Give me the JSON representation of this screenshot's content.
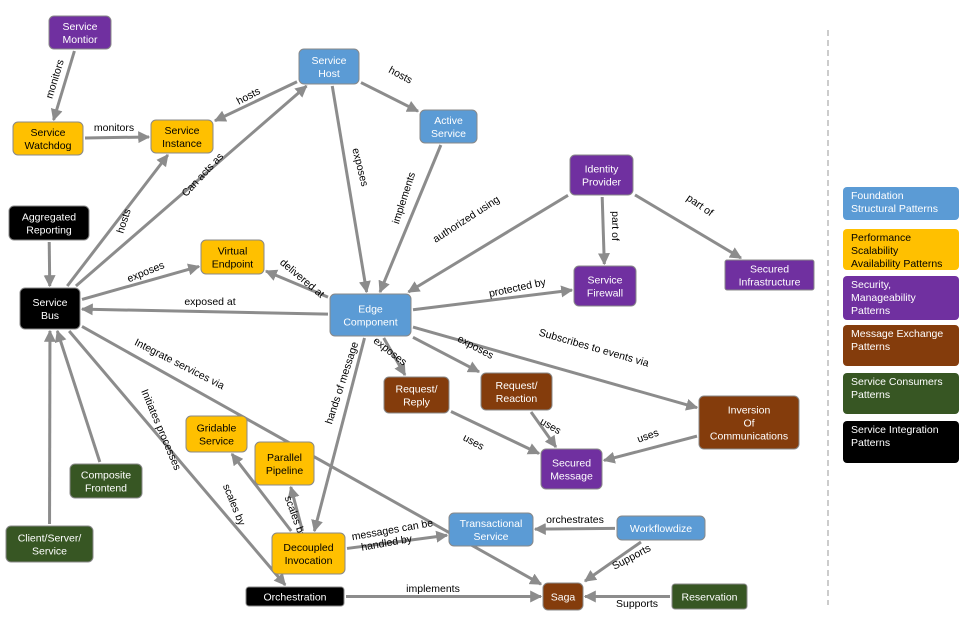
{
  "colors": {
    "foundation": "#5b9bd5",
    "performance": "#ffc000",
    "security": "#7030a0",
    "message": "#843c0c",
    "consumers": "#375623",
    "integration": "#000000",
    "edge": "#8c8c8c"
  },
  "nodes": [
    {
      "id": "service_montior",
      "lines": [
        "Service",
        "Montior"
      ],
      "category": "security"
    },
    {
      "id": "service_host",
      "lines": [
        "Service",
        "Host"
      ],
      "category": "foundation"
    },
    {
      "id": "service_watchdog",
      "lines": [
        "Service",
        "Watchdog"
      ],
      "category": "performance"
    },
    {
      "id": "service_instance",
      "lines": [
        "Service",
        "Instance"
      ],
      "category": "performance"
    },
    {
      "id": "active_service",
      "lines": [
        "Active",
        "Service"
      ],
      "category": "foundation"
    },
    {
      "id": "identity_provider",
      "lines": [
        "Identity",
        "Provider"
      ],
      "category": "security"
    },
    {
      "id": "aggregated_reporting",
      "lines": [
        "Aggregated",
        "Reporting"
      ],
      "category": "integration"
    },
    {
      "id": "virtual_endpoint",
      "lines": [
        "Virtual",
        "Endpoint"
      ],
      "category": "performance"
    },
    {
      "id": "service_firewall",
      "lines": [
        "Service",
        "Firewall"
      ],
      "category": "security"
    },
    {
      "id": "secured_infrastructure",
      "lines": [
        "Secured",
        "Infrastructure"
      ],
      "category": "security"
    },
    {
      "id": "service_bus",
      "lines": [
        "Service",
        "Bus"
      ],
      "category": "integration"
    },
    {
      "id": "edge_component",
      "lines": [
        "Edge",
        "Component"
      ],
      "category": "foundation"
    },
    {
      "id": "request_reply",
      "lines": [
        "Request/",
        "Reply"
      ],
      "category": "message"
    },
    {
      "id": "request_reaction",
      "lines": [
        "Request/",
        "Reaction"
      ],
      "category": "message"
    },
    {
      "id": "inversion",
      "lines": [
        "Inversion",
        "Of",
        "Communications"
      ],
      "category": "message"
    },
    {
      "id": "gridable_service",
      "lines": [
        "Gridable",
        "Service"
      ],
      "category": "performance"
    },
    {
      "id": "parallel_pipeline",
      "lines": [
        "Parallel",
        "Pipeline"
      ],
      "category": "performance"
    },
    {
      "id": "secured_message",
      "lines": [
        "Secured",
        "Message"
      ],
      "category": "security"
    },
    {
      "id": "composite_frontend",
      "lines": [
        "Composite",
        "Frontend"
      ],
      "category": "consumers"
    },
    {
      "id": "transactional_service",
      "lines": [
        "Transactional",
        "Service"
      ],
      "category": "foundation"
    },
    {
      "id": "workflowdize",
      "lines": [
        "Workflowdize"
      ],
      "category": "foundation"
    },
    {
      "id": "client_server",
      "lines": [
        "Client/Server/",
        "Service"
      ],
      "category": "consumers"
    },
    {
      "id": "decoupled_invocation",
      "lines": [
        "Decoupled",
        "Invocation"
      ],
      "category": "performance"
    },
    {
      "id": "orchestration",
      "lines": [
        "Orchestration"
      ],
      "category": "integration"
    },
    {
      "id": "saga",
      "lines": [
        "Saga"
      ],
      "category": "message"
    },
    {
      "id": "reservation",
      "lines": [
        "Reservation"
      ],
      "category": "consumers"
    }
  ],
  "edges": [
    {
      "from": "service_montior",
      "to": "service_watchdog",
      "label": "monitors"
    },
    {
      "from": "service_watchdog",
      "to": "service_instance",
      "label": "monitors"
    },
    {
      "from": "service_host",
      "to": "service_instance",
      "label": "hosts"
    },
    {
      "from": "service_host",
      "to": "active_service",
      "label": "hosts"
    },
    {
      "from": "service_host",
      "to": "edge_component",
      "label": "exposes"
    },
    {
      "from": "active_service",
      "to": "edge_component",
      "label": "implements"
    },
    {
      "from": "identity_provider",
      "to": "edge_component",
      "label": "authorized using"
    },
    {
      "from": "identity_provider",
      "to": "service_firewall",
      "label": "part of"
    },
    {
      "from": "identity_provider",
      "to": "secured_infrastructure",
      "label": "part of"
    },
    {
      "from": "aggregated_reporting",
      "to": "service_bus",
      "label": ""
    },
    {
      "from": "service_bus",
      "to": "service_instance",
      "label": "hosts"
    },
    {
      "from": "service_bus",
      "to": "service_host",
      "label": "Can acts as"
    },
    {
      "from": "service_bus",
      "to": "virtual_endpoint",
      "label": "exposes"
    },
    {
      "from": "edge_component",
      "to": "virtual_endpoint",
      "label": "delivered at"
    },
    {
      "from": "edge_component",
      "to": "service_bus",
      "label": "exposed at"
    },
    {
      "from": "edge_component",
      "to": "service_firewall",
      "label": "protected by"
    },
    {
      "from": "edge_component",
      "to": "request_reply",
      "label": "exposes"
    },
    {
      "from": "edge_component",
      "to": "request_reaction",
      "label": "exposes"
    },
    {
      "from": "edge_component",
      "to": "inversion",
      "label": "Subscribes to events via"
    },
    {
      "from": "edge_component",
      "to": "decoupled_invocation",
      "label": "hands of message"
    },
    {
      "from": "service_bus",
      "to": "saga",
      "label": "Integrate services via"
    },
    {
      "from": "service_bus",
      "to": "orchestration",
      "label": "Initiates processes"
    },
    {
      "from": "request_reply",
      "to": "secured_message",
      "label": "uses"
    },
    {
      "from": "request_reaction",
      "to": "secured_message",
      "label": "uses"
    },
    {
      "from": "inversion",
      "to": "secured_message",
      "label": "uses"
    },
    {
      "from": "decoupled_invocation",
      "to": "gridable_service",
      "label": "scales by"
    },
    {
      "from": "decoupled_invocation",
      "to": "parallel_pipeline",
      "label": "scales by"
    },
    {
      "from": "decoupled_invocation",
      "to": "transactional_service",
      "label": "messages can be handled by"
    },
    {
      "from": "workflowdize",
      "to": "transactional_service",
      "label": "orchestrates"
    },
    {
      "from": "workflowdize",
      "to": "saga",
      "label": "Supports"
    },
    {
      "from": "composite_frontend",
      "to": "service_bus",
      "label": ""
    },
    {
      "from": "client_server",
      "to": "service_bus",
      "label": ""
    },
    {
      "from": "orchestration",
      "to": "saga",
      "label": "implements"
    },
    {
      "from": "reservation",
      "to": "saga",
      "label": "Supports"
    }
  ],
  "legend": [
    {
      "label": "Foundation\nStructural Patterns",
      "category": "foundation"
    },
    {
      "label": "Performance\nScalability\nAvailability Patterns",
      "category": "performance"
    },
    {
      "label": "Security,\nManageability\nPatterns",
      "category": "security"
    },
    {
      "label": "Message Exchange\nPatterns",
      "category": "message"
    },
    {
      "label": "Service Consumers\nPatterns",
      "category": "consumers"
    },
    {
      "label": "Service Integration\nPatterns",
      "category": "integration"
    }
  ]
}
